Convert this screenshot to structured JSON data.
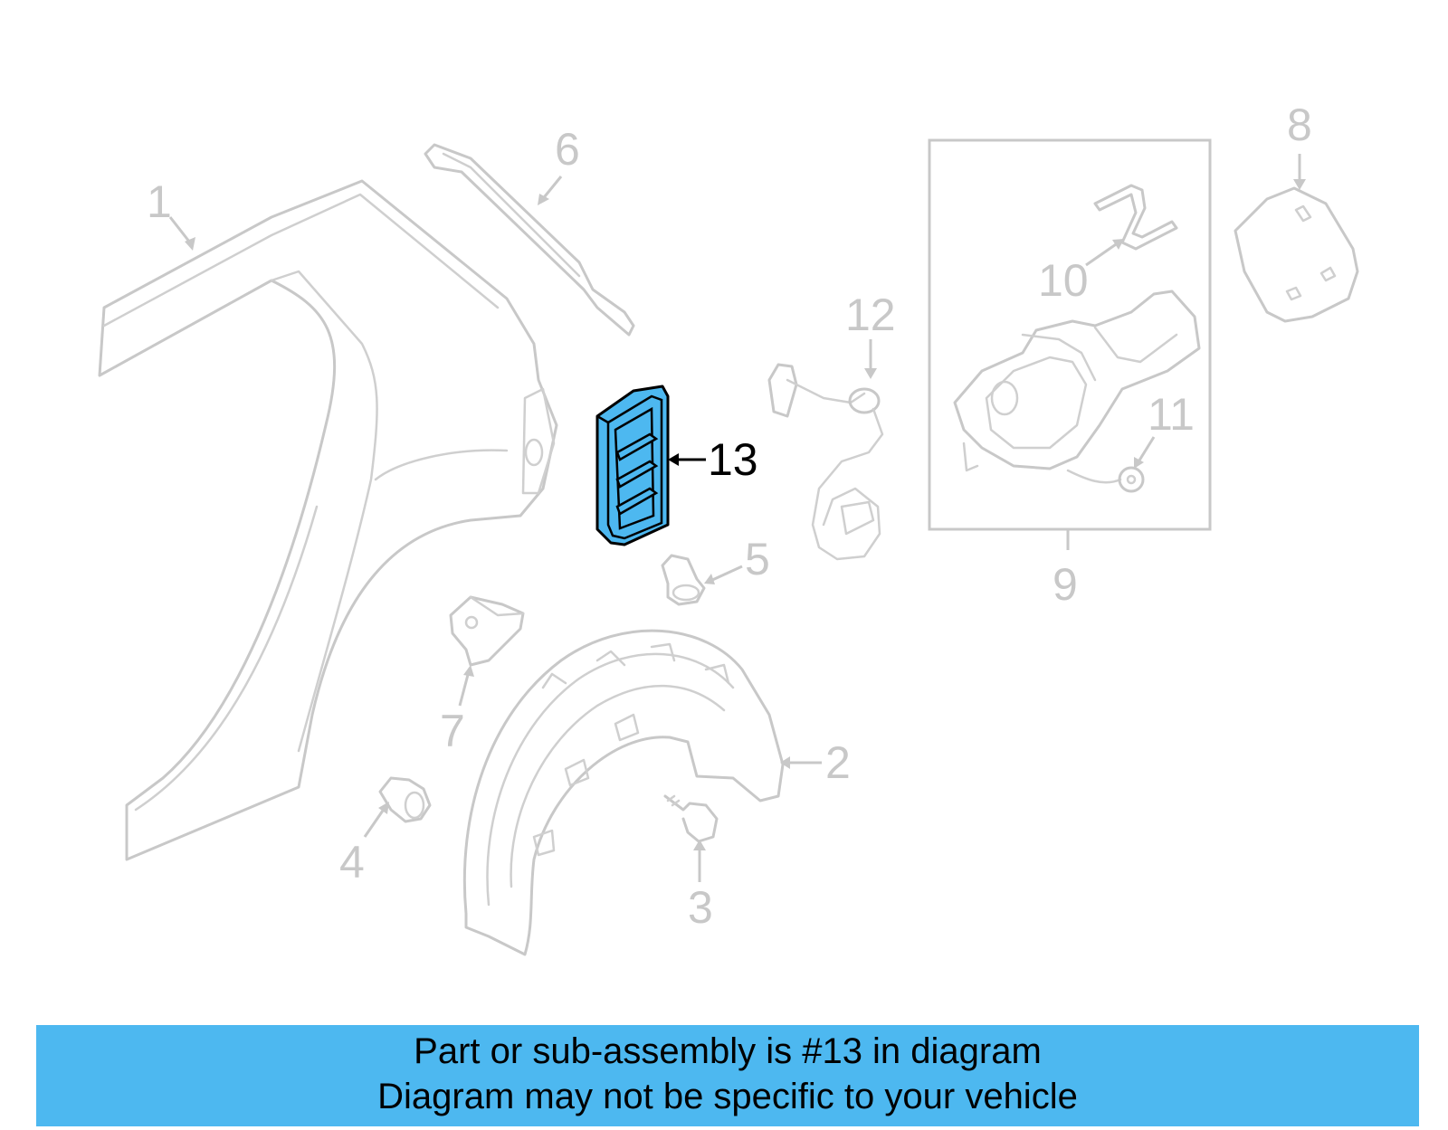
{
  "callouts": [
    {
      "id": "1",
      "label": "1"
    },
    {
      "id": "2",
      "label": "2"
    },
    {
      "id": "3",
      "label": "3"
    },
    {
      "id": "4",
      "label": "4"
    },
    {
      "id": "5",
      "label": "5"
    },
    {
      "id": "6",
      "label": "6"
    },
    {
      "id": "7",
      "label": "7"
    },
    {
      "id": "8",
      "label": "8"
    },
    {
      "id": "9",
      "label": "9"
    },
    {
      "id": "10",
      "label": "10"
    },
    {
      "id": "11",
      "label": "11"
    },
    {
      "id": "12",
      "label": "12"
    },
    {
      "id": "13",
      "label": "13"
    }
  ],
  "highlighted_part": "13",
  "colors": {
    "highlight_fill": "#4db8f0",
    "part_stroke": "#c8c8c8",
    "banner": "#4db8f0"
  },
  "banner": {
    "line1": "Part or sub-assembly is #13 in diagram",
    "line2": "Diagram may not be specific to your vehicle"
  }
}
